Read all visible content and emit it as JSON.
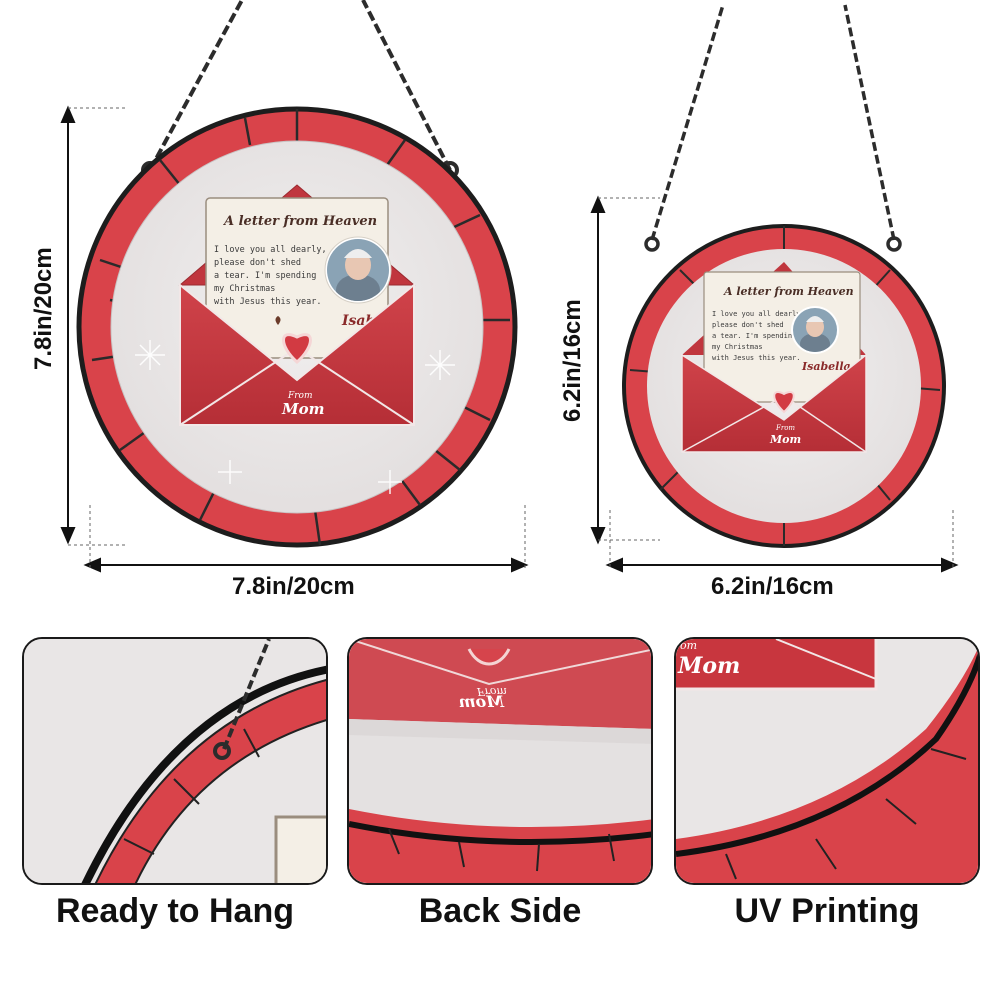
{
  "dimensions": {
    "large_height": "7.8in/20cm",
    "large_width": "7.8in/20cm",
    "small_height": "6.2in/16cm",
    "small_width": "6.2in/16cm"
  },
  "letter": {
    "title": "A letter from Heaven",
    "lines": [
      "I love you all dearly,",
      "please don't shed",
      "a tear. I'm spending",
      "my Christmas",
      "with Jesus this year."
    ],
    "signature": "Isabella",
    "from_label": "From",
    "from_name": "Mom"
  },
  "panels": {
    "hang_caption": "Ready to Hang",
    "back_caption": "Back Side",
    "uv_caption": "UV Printing",
    "back_mirror_from": "From",
    "back_mirror_name": "Mom",
    "uv_fragment_from": "om",
    "uv_fragment_name": "Mom"
  },
  "colors": {
    "rim_red": "#d9434a",
    "rim_dark": "#2a2a2a",
    "envelope_red": "#c8363e",
    "glass": "#ece9e9",
    "heart": "#d23a42"
  }
}
